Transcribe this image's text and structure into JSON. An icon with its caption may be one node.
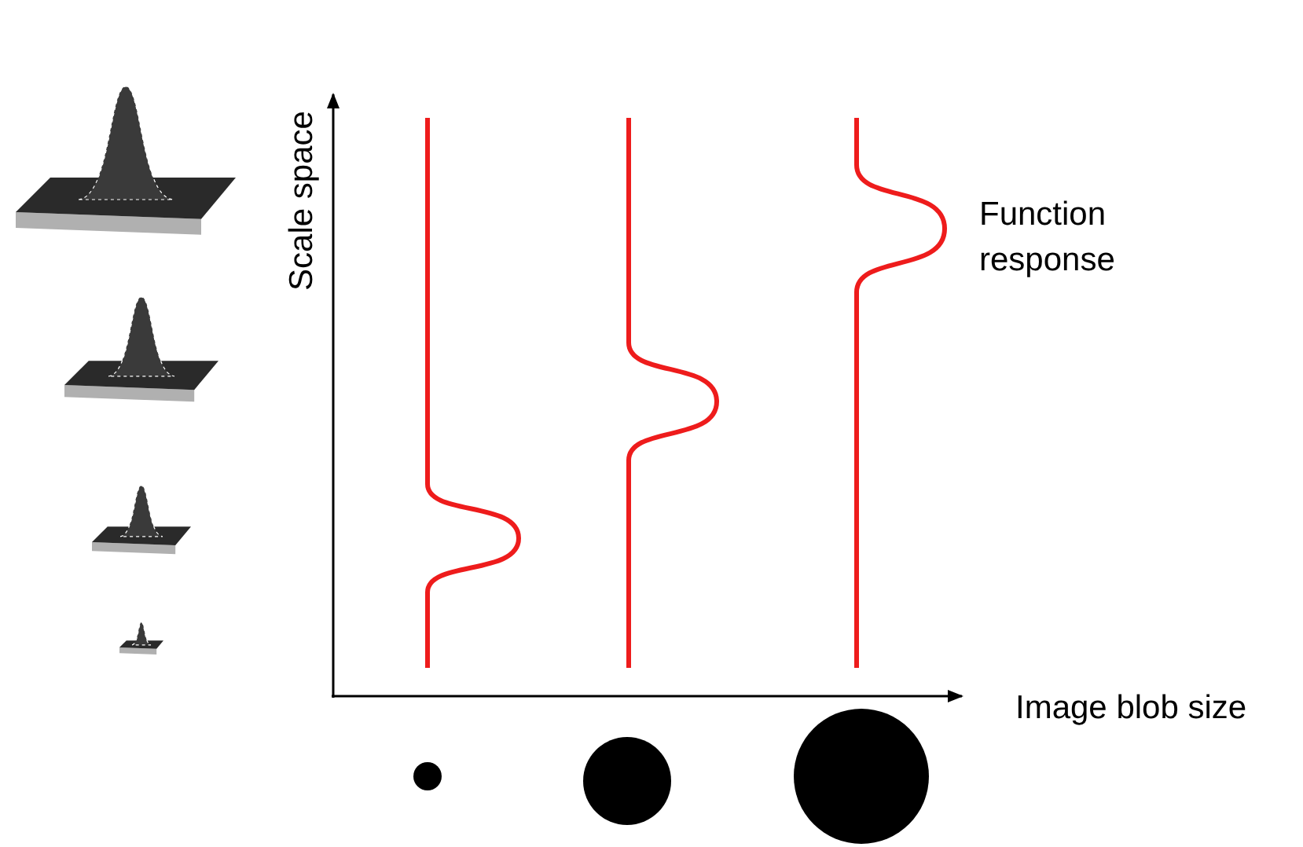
{
  "diagram": {
    "nodes": [
      {
        "text": [],
        "shape": "circle"
      },
      {
        "text": [],
        "shape": "circle"
      },
      {
        "text": [],
        "shape": "circle"
      }
    ],
    "labels": [
      "Scale space",
      "Function response",
      "Image blob size"
    ]
  }
}
